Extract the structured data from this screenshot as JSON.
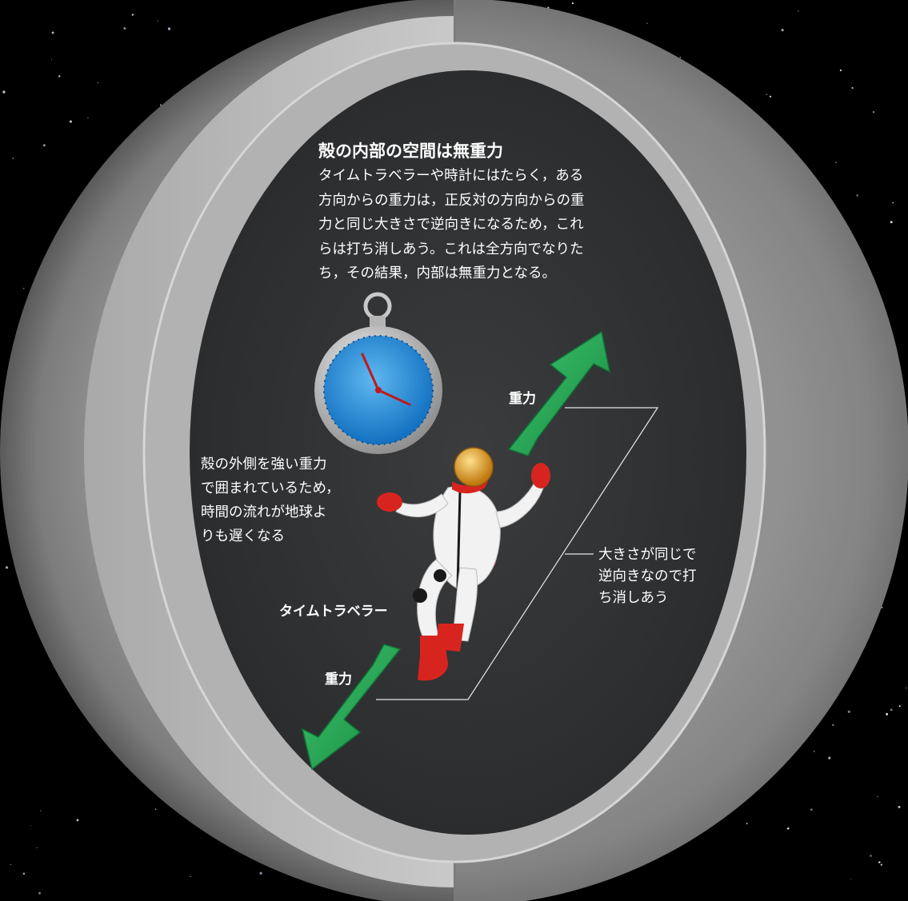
{
  "title": "殻の内部の空間は無重力",
  "intro_lines": [
    "タイムトラベラーや時計にはたらく，ある",
    "方向からの重力は，正反対の方向からの重",
    "力と同じ大きさで逆向きになるため，これ",
    "らは打ち消しあう。これは全方向でなりた",
    "ち，その結果，内部は無重力となる。"
  ],
  "labels": {
    "outer_lines": [
      "殻の外側を強い重力",
      "で囲まれているため，",
      "時間の流れが地球よ",
      "りも遅くなる"
    ],
    "traveler": "タイムトラベラー",
    "gravity_up": "重力",
    "gravity_down": "重力",
    "cancel_lines": [
      "大きさが同じで",
      "逆向きなので打",
      "ち消しあう"
    ]
  },
  "colors": {
    "space": "#000000",
    "shell_light": "#bdbdbd",
    "shell_dark": "#6e6e6e",
    "interior": "#2f3133",
    "arrow": "#22a352",
    "clock_face": "#2a8fd8",
    "suit": "#f2f2f2",
    "suit_accent": "#d8241f"
  },
  "icons": [
    "stopwatch-icon",
    "astronaut-icon",
    "gravity-arrow-icon"
  ]
}
